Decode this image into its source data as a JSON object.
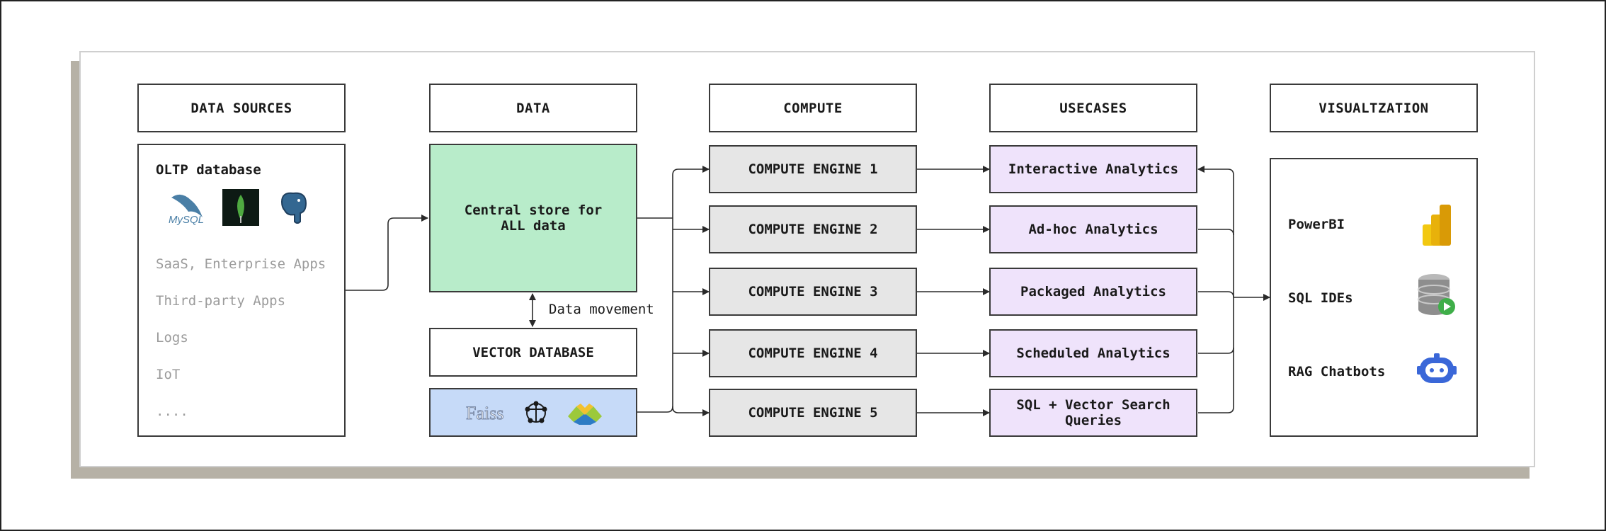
{
  "headers": {
    "sources": "DATA SOURCES",
    "data": "DATA",
    "compute": "COMPUTE",
    "usecases": "USECASES",
    "visualization": "VISUALTZATION"
  },
  "sources": {
    "oltp_title": "OLTP database",
    "logos": [
      "mysql-logo",
      "mongodb-logo",
      "postgresql-logo"
    ],
    "faded_items": [
      "SaaS, Enterprise Apps",
      "Third-party Apps",
      "Logs",
      "IoT",
      "...."
    ]
  },
  "data": {
    "central_line1": "Central store for",
    "central_line2": "ALL data",
    "movement_label": "Data movement",
    "vector_db": "VECTOR DATABASE",
    "vector_logos": [
      "faiss-logo",
      "pinecone-logo",
      "weaviate-logo"
    ]
  },
  "compute": {
    "engines": [
      "COMPUTE ENGINE 1",
      "COMPUTE ENGINE 2",
      "COMPUTE ENGINE 3",
      "COMPUTE ENGINE 4",
      "COMPUTE ENGINE 5"
    ]
  },
  "usecases": {
    "items": [
      "Interactive Analytics",
      "Ad-hoc Analytics",
      "Packaged Analytics",
      "Scheduled Analytics"
    ],
    "vector_line1": "SQL + Vector Search",
    "vector_line2": "Queries"
  },
  "visualization": {
    "items": [
      "PowerBI",
      "SQL IDEs",
      "RAG Chatbots"
    ],
    "icons": [
      "powerbi-icon",
      "database-run-icon",
      "chatbot-icon"
    ]
  },
  "colors": {
    "central": "#b8ecca",
    "engine": "#e6e6e6",
    "usecase": "#efe3fb",
    "vector_logos_bg": "#c6daf8",
    "panel_shadow": "#b6b1a6"
  },
  "labels": {
    "faiss": "Faiss",
    "mysql": "MySQL"
  }
}
